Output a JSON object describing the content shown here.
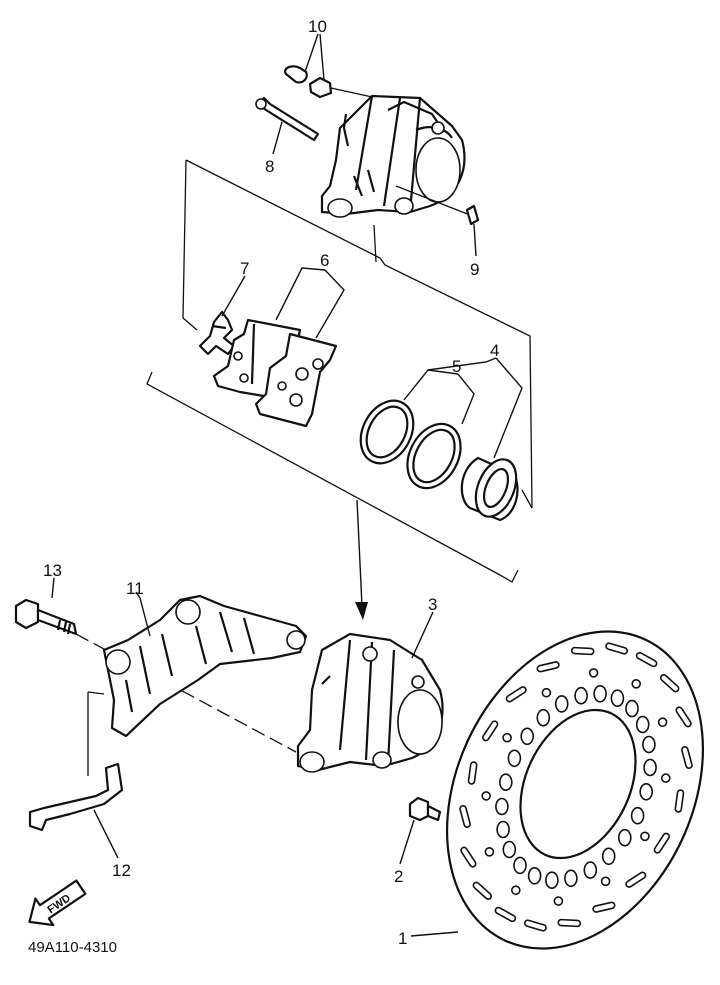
{
  "callouts": [
    {
      "id": "1",
      "label": "1"
    },
    {
      "id": "2",
      "label": "2"
    },
    {
      "id": "3",
      "label": "3"
    },
    {
      "id": "4",
      "label": "4"
    },
    {
      "id": "5",
      "label": "5"
    },
    {
      "id": "6",
      "label": "6"
    },
    {
      "id": "7",
      "label": "7"
    },
    {
      "id": "8",
      "label": "8"
    },
    {
      "id": "9",
      "label": "9"
    },
    {
      "id": "10",
      "label": "10"
    },
    {
      "id": "11",
      "label": "11"
    },
    {
      "id": "12",
      "label": "12"
    },
    {
      "id": "13",
      "label": "13"
    }
  ],
  "fwd_label": "FWD",
  "diagram_code": "49A110-4310"
}
